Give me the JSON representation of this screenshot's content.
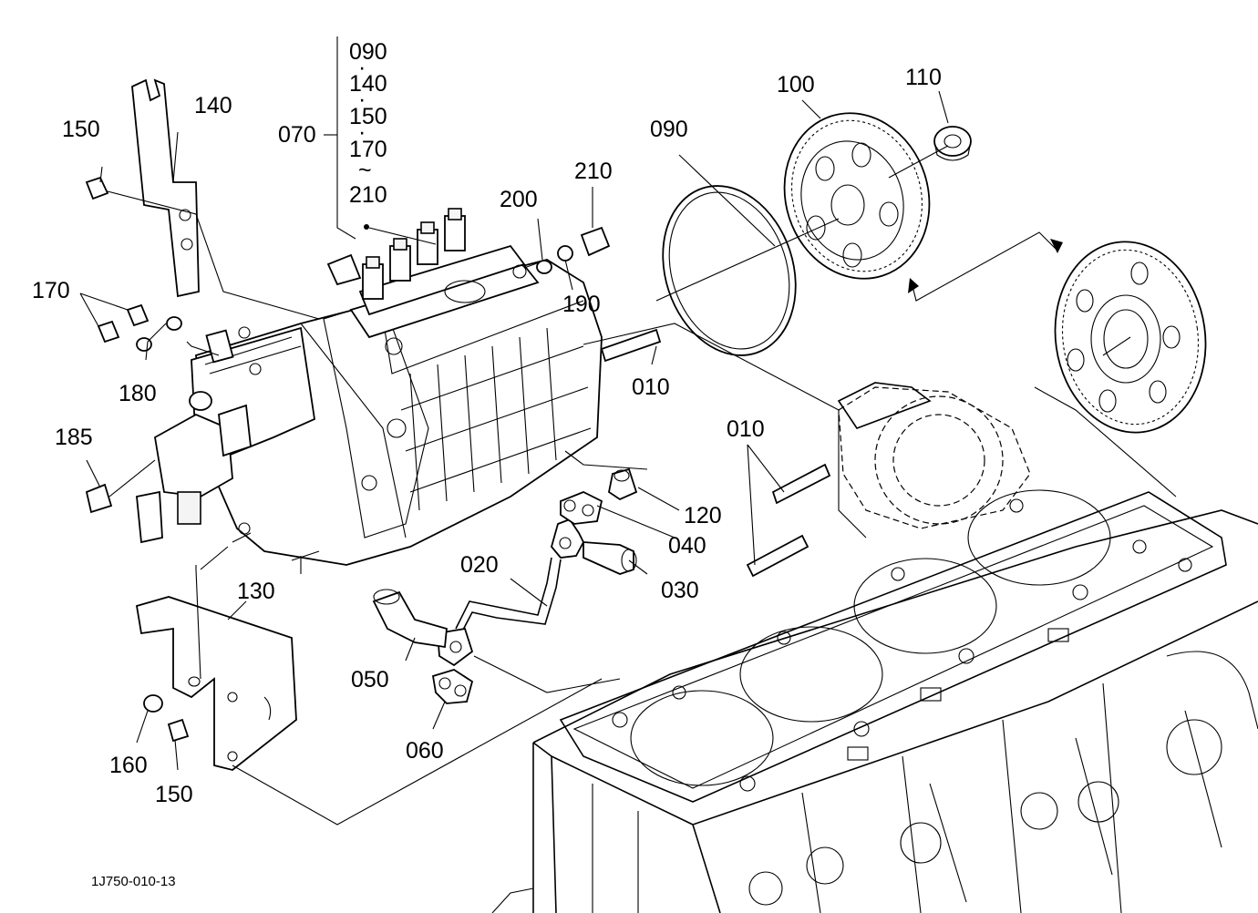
{
  "diagram": {
    "drawing_code": "1J750-010-13",
    "callouts": {
      "c090_list": "090",
      "c140_list": "140",
      "c150_list": "150",
      "c170_list": "170",
      "c210_list": "210",
      "c070": "070",
      "c140": "140",
      "c150_top": "150",
      "c170": "170",
      "c180": "180",
      "c185": "185",
      "c200": "200",
      "c210": "210",
      "c190": "190",
      "c090": "090",
      "c100": "100",
      "c110": "110",
      "c010_a": "010",
      "c010_b": "010",
      "c120": "120",
      "c040": "040",
      "c020": "020",
      "c030": "030",
      "c130": "130",
      "c050": "050",
      "c060": "060",
      "c160": "160",
      "c150_bottom": "150"
    }
  }
}
